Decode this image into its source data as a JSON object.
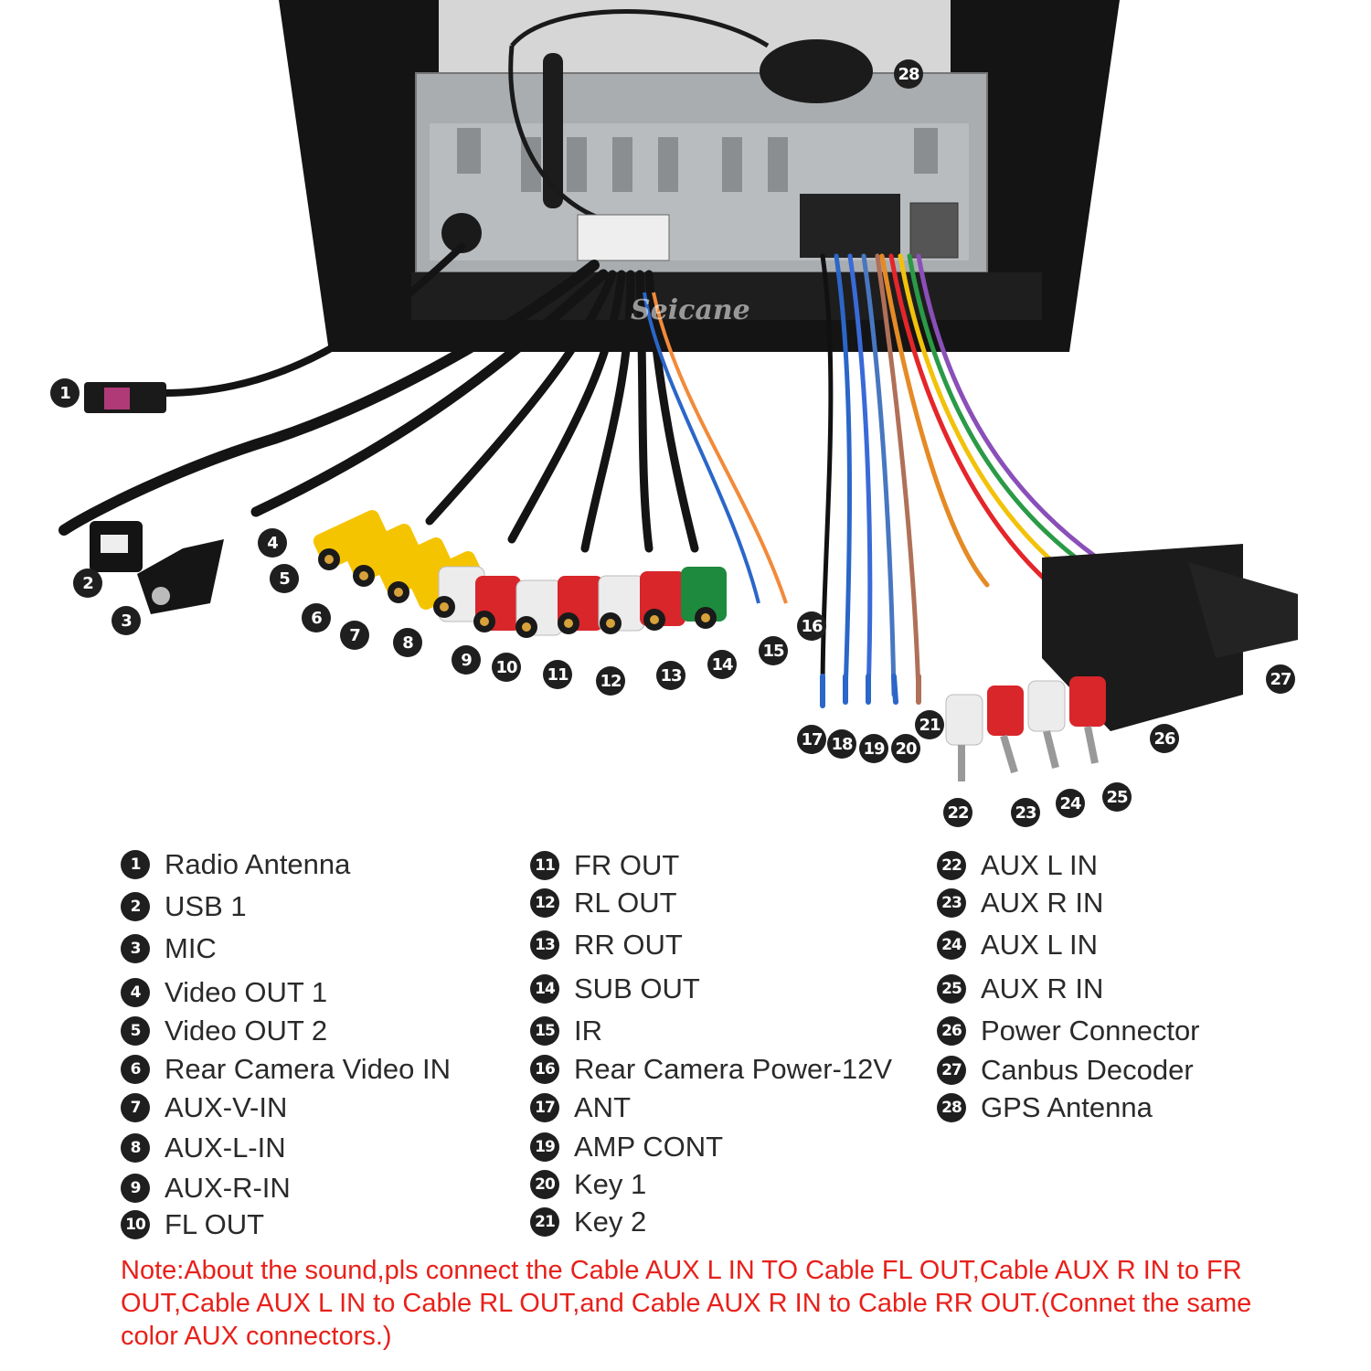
{
  "watermark": "Seicane",
  "callouts": [
    "1",
    "2",
    "3",
    "4",
    "5",
    "6",
    "7",
    "8",
    "9",
    "10",
    "11",
    "12",
    "13",
    "14",
    "15",
    "16",
    "17",
    "18",
    "19",
    "20",
    "21",
    "22",
    "23",
    "24",
    "25",
    "26",
    "27",
    "28"
  ],
  "legend": {
    "col1": [
      {
        "num": "1",
        "label": "Radio Antenna"
      },
      {
        "num": "2",
        "label": "USB 1"
      },
      {
        "num": "3",
        "label": "MIC"
      },
      {
        "num": "4",
        "label": "Video OUT 1"
      },
      {
        "num": "5",
        "label": "Video OUT 2"
      },
      {
        "num": "6",
        "label": "Rear Camera Video IN"
      },
      {
        "num": "7",
        "label": "AUX-V-IN"
      },
      {
        "num": "8",
        "label": "AUX-L-IN"
      },
      {
        "num": "9",
        "label": "AUX-R-IN"
      },
      {
        "num": "10",
        "label": "FL OUT"
      }
    ],
    "col2": [
      {
        "num": "11",
        "label": "FR OUT"
      },
      {
        "num": "12",
        "label": "RL OUT"
      },
      {
        "num": "13",
        "label": "RR OUT"
      },
      {
        "num": "14",
        "label": "SUB OUT"
      },
      {
        "num": "15",
        "label": "IR"
      },
      {
        "num": "16",
        "label": "Rear Camera Power-12V"
      },
      {
        "num": "17",
        "label": "ANT"
      },
      {
        "num": "19",
        "label": "AMP CONT"
      },
      {
        "num": "20",
        "label": "Key 1"
      },
      {
        "num": "21",
        "label": "Key 2"
      }
    ],
    "col3": [
      {
        "num": "22",
        "label": "AUX L IN"
      },
      {
        "num": "23",
        "label": "AUX R IN"
      },
      {
        "num": "24",
        "label": "AUX L IN"
      },
      {
        "num": "25",
        "label": "AUX R IN"
      },
      {
        "num": "26",
        "label": "Power Connector"
      },
      {
        "num": "27",
        "label": "Canbus Decoder"
      },
      {
        "num": "28",
        "label": "GPS Antenna"
      }
    ]
  },
  "note": "Note:About the sound,pls connect the Cable AUX L IN TO Cable FL OUT,Cable AUX R IN to FR OUT,Cable AUX L IN to Cable RL OUT,and Cable AUX R IN to Cable RR OUT.(Connet the same color AUX connectors.)",
  "colors": {
    "rca_yellow": "#f5c400",
    "rca_red": "#d8262b",
    "rca_white": "#ececec",
    "rca_green": "#1e8a3e",
    "note_red": "#e8201a",
    "badge": "#1f1f1f"
  }
}
